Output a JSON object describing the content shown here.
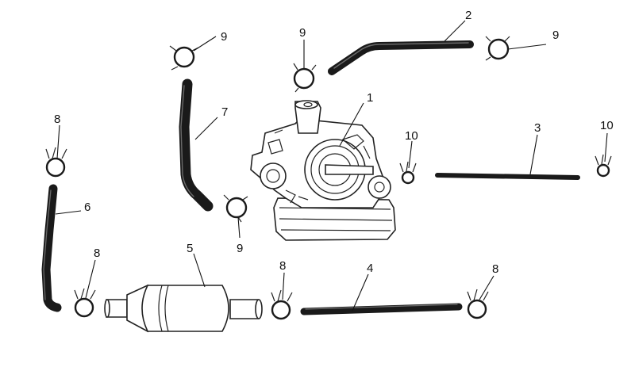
{
  "diagram": {
    "callouts": [
      {
        "id": "c1",
        "text": "1"
      },
      {
        "id": "c2",
        "text": "2"
      },
      {
        "id": "c3",
        "text": "3"
      },
      {
        "id": "c4",
        "text": "4"
      },
      {
        "id": "c5",
        "text": "5"
      },
      {
        "id": "c6",
        "text": "6"
      },
      {
        "id": "c7",
        "text": "7"
      },
      {
        "id": "c8a",
        "text": "8"
      },
      {
        "id": "c8b",
        "text": "8"
      },
      {
        "id": "c8c",
        "text": "8"
      },
      {
        "id": "c8d",
        "text": "8"
      },
      {
        "id": "c9a",
        "text": "9"
      },
      {
        "id": "c9b",
        "text": "9"
      },
      {
        "id": "c9c",
        "text": "9"
      },
      {
        "id": "c9d",
        "text": "9"
      },
      {
        "id": "c10a",
        "text": "10"
      },
      {
        "id": "c10b",
        "text": "10"
      }
    ]
  }
}
